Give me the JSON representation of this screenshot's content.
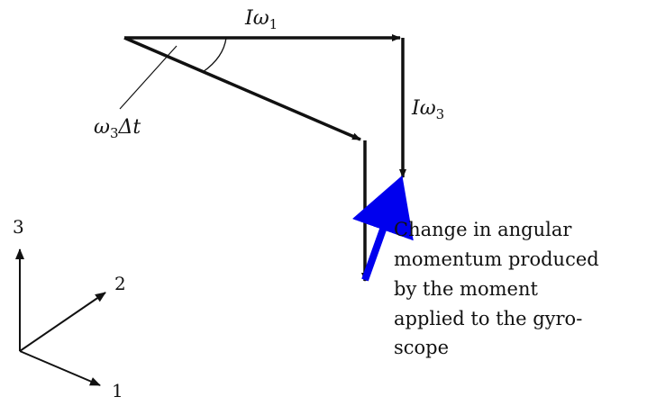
{
  "labels": {
    "i_omega1": {
      "base": "Iω",
      "sub": "1"
    },
    "i_omega3": {
      "base": "Iω",
      "sub": "3"
    },
    "angle": {
      "base": "ω",
      "sub": "3",
      "tail": "Δt"
    }
  },
  "axes": {
    "axis1": "1",
    "axis2": "2",
    "axis3": "3"
  },
  "annotation": {
    "lines": [
      "Change in angular",
      "momentum produced",
      "by the moment",
      "applied to the gyro-",
      "scope"
    ]
  },
  "colors": {
    "ink": "#111111",
    "change_arrow": "#0000ee"
  }
}
